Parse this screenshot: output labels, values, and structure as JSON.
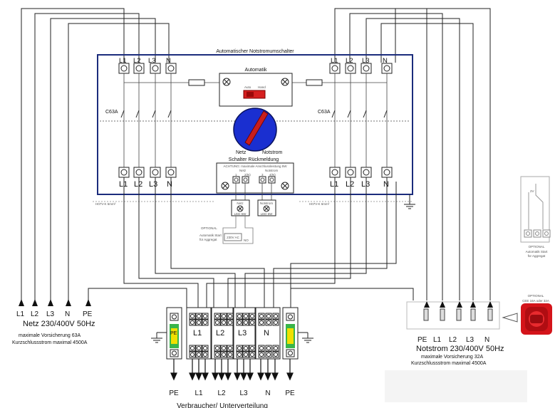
{
  "switch": {
    "title": "Automatischer Notstromumschalter",
    "automatik_label": "Automatik",
    "auto_label": "Auto",
    "hand_label": "Hand",
    "fuse_left": "C63A",
    "fuse_right": "C63A",
    "knob_left": "Netz",
    "knob_right": "Notstrom",
    "top_left_terminals": [
      "L1",
      "L2",
      "L3",
      "N"
    ],
    "top_right_terminals": [
      "L1",
      "L2",
      "L3",
      "N"
    ],
    "bottom_left_terminals": [
      "L1",
      "L2",
      "L3",
      "N"
    ],
    "bottom_right_terminals": [
      "L1",
      "L2",
      "L3",
      "N"
    ],
    "feedback_title": "Schalter Rückmeldung",
    "feedback_warning": "ACHTUNG: maximale Anschlussleistung 5W",
    "feedback_netz": "Netz",
    "feedback_notstrom": "Notstrom",
    "feedback_nums": [
      "1",
      "2(N)",
      "3",
      "4(N)"
    ],
    "ext_left": "H07V-K 6mm²",
    "ext_right": "H07V-K 6mm²",
    "lamp_text": "Netz",
    "lamp_text_right": "Notstrom",
    "lamp_sub": "LED 5W"
  },
  "optional_start": {
    "title": "OPTIONAL",
    "line1": "Automatik Start",
    "line2": "für Aggregat",
    "value": "230V AC",
    "pin": "NO"
  },
  "optional_right_box": {
    "title": "OPTIONAL",
    "line1": "Automatik Start",
    "line2": "für Aggregat"
  },
  "netz": {
    "terminals": [
      "L1",
      "L2",
      "L3",
      "N",
      "PE"
    ],
    "title": "Netz 230/400V 50Hz",
    "fuse": "maximale Vorsicherung 63A",
    "short": "Kurzschlussstrom maximal 4500A"
  },
  "notstrom": {
    "terminals": [
      "PE",
      "L1",
      "L2",
      "L3",
      "N"
    ],
    "title": "Notstrom 230/400V 50Hz",
    "fuse": "maximale Vorsicherung 32A",
    "short": "Kurzschlussstrom maximal 4500A"
  },
  "cee": {
    "title": "OPTIONAL",
    "sub": "CEE 16A oder 32A"
  },
  "distribution": {
    "pe_label": "PE",
    "groups": [
      "L1",
      "L2",
      "L3",
      "N"
    ],
    "outputs": [
      "PE",
      "L1",
      "L2",
      "L3",
      "N",
      "PE"
    ],
    "caption": "Verbraucher/ Unterverteilung"
  },
  "colors": {
    "frame": "#1b2c7c",
    "knob": "#1a2fd0",
    "hand_button": "#d62020",
    "handle": "#c81e1e",
    "pe_green": "#39b54a",
    "pe_yellow": "#f0e000",
    "cee_red": "#d4141a"
  }
}
